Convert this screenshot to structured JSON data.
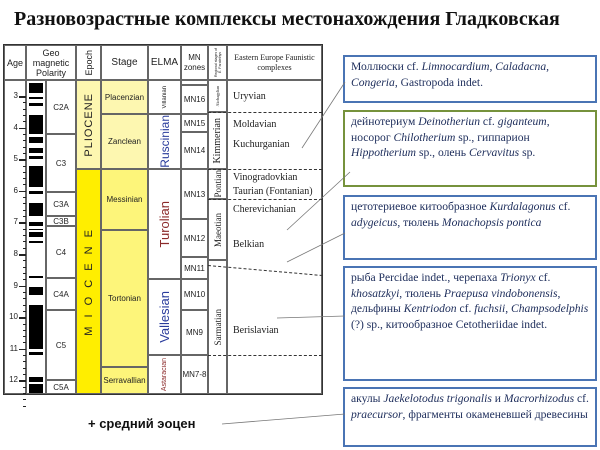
{
  "title": "Разновозрастные комплексы местонахождения Гладковская",
  "table": {
    "headers": {
      "age": "Age",
      "polarity": "Geo magnetic Polarity",
      "epoch": "Epoch",
      "stage": "Stage",
      "elma": "ELMA",
      "mn": "MN zones",
      "regional": "Regional stages of E. Paratethys",
      "faunistic": "Eastern Europe Faunistic complexes"
    },
    "age_ticks": [
      3,
      4,
      5,
      6,
      7,
      8,
      9,
      10,
      11,
      12
    ],
    "polarity_chrons": [
      "C2A",
      "C3",
      "C3A",
      "C3B",
      "C4",
      "C4A",
      "C5",
      "C5A"
    ],
    "epochs": [
      "PLIOCENE",
      "M I O C E N E"
    ],
    "stages": [
      "Placenzian",
      "Zanclean",
      "Messinian",
      "Tortonian",
      "Serravallian"
    ],
    "elma": [
      "Villanian",
      "Ruscinian",
      "Turolian",
      "Vallesian",
      "Astaracian"
    ],
    "mn": [
      "MN16",
      "MN15",
      "MN14",
      "MN13",
      "MN12",
      "MN11",
      "MN10",
      "MN9",
      "MN7-8"
    ],
    "regional": [
      "Akchagylian",
      "Kimmerian",
      "Pontian",
      "Maeotian",
      "Sarmatian"
    ],
    "faunistic": [
      "Uryvian",
      "Moldavian",
      "Kuchurganian",
      "Vinogradovkian",
      "Taurian (Fontanian)",
      "Cherevichanian",
      "Belkian",
      "Berislavian"
    ],
    "normal_intervals_ma": [
      [
        2.58,
        2.9
      ],
      [
        3.04,
        3.11
      ],
      [
        3.22,
        3.33
      ],
      [
        3.6,
        4.19
      ],
      [
        4.3,
        4.49
      ],
      [
        4.63,
        4.8
      ],
      [
        4.9,
        5.0
      ],
      [
        5.23,
        5.89
      ],
      [
        6.0,
        6.1
      ],
      [
        6.4,
        6.8
      ],
      [
        7.0,
        7.1
      ],
      [
        7.2,
        7.25
      ],
      [
        7.3,
        7.45
      ],
      [
        7.6,
        7.65
      ],
      [
        8.7,
        8.77
      ],
      [
        9.05,
        9.3
      ],
      [
        9.6,
        9.9
      ],
      [
        9.9,
        11.0
      ],
      [
        11.1,
        11.2
      ],
      [
        11.9,
        12.05
      ],
      [
        12.1,
        12.4
      ]
    ]
  },
  "boxes": [
    {
      "segments": [
        {
          "t": "Моллюски cf. ",
          "i": false
        },
        {
          "t": "Limnocardium, Caladacna, Congeria",
          "i": true
        },
        {
          "t": ", Gastropoda indet.",
          "i": false
        }
      ]
    },
    {
      "segments": [
        {
          "t": "дейнотериум ",
          "i": false
        },
        {
          "t": "Deinotheriun",
          "i": true
        },
        {
          "t": " cf. ",
          "i": false
        },
        {
          "t": "giganteum",
          "i": true
        },
        {
          "t": ", носорог ",
          "i": false
        },
        {
          "t": "Chilotherium",
          "i": true
        },
        {
          "t": " sp., гиппарион ",
          "i": false
        },
        {
          "t": "Hippotherium",
          "i": true
        },
        {
          "t": " sp., олень ",
          "i": false
        },
        {
          "t": "Cervavitus",
          "i": true
        },
        {
          "t": " sp.",
          "i": false
        }
      ]
    },
    {
      "segments": [
        {
          "t": "цетотериевое китообразное ",
          "i": false
        },
        {
          "t": "Kurdalagonus",
          "i": true
        },
        {
          "t": " cf. ",
          "i": false
        },
        {
          "t": "adygeicus",
          "i": true
        },
        {
          "t": ", тюлень ",
          "i": false
        },
        {
          "t": "Monachopsis pontica",
          "i": true
        }
      ]
    },
    {
      "segments": [
        {
          "t": "рыба Percidae indet., черепаха ",
          "i": false
        },
        {
          "t": "Trionyx",
          "i": true
        },
        {
          "t": " cf. ",
          "i": false
        },
        {
          "t": "khosatzkyi",
          "i": true
        },
        {
          "t": ", тюлень ",
          "i": false
        },
        {
          "t": "Praepusa vindobonensis",
          "i": true
        },
        {
          "t": ", дельфины ",
          "i": false
        },
        {
          "t": "Kentriodon",
          "i": true
        },
        {
          "t": " cf. ",
          "i": false
        },
        {
          "t": "fuchsii",
          "i": true
        },
        {
          "t": ", ",
          "i": false
        },
        {
          "t": "Champsodelphis",
          "i": true
        },
        {
          "t": " (?) sp., китообразное Cetotheriidae indet.",
          "i": false
        }
      ]
    },
    {
      "segments": [
        {
          "t": "акулы ",
          "i": false
        },
        {
          "t": "Jaekelotodus trigonalis",
          "i": true
        },
        {
          "t": " и ",
          "i": false
        },
        {
          "t": "Macrorhizodus",
          "i": true
        },
        {
          "t": " cf. ",
          "i": false
        },
        {
          "t": "praecursor",
          "i": true
        },
        {
          "t": ", фрагменты окаменевшей древесины",
          "i": false
        }
      ]
    }
  ],
  "footnote": "+ средний эоцен",
  "colors": {
    "pliocene": "#fdf7b0",
    "miocene": "#ffee00",
    "miocene_stage": "#fdf57a",
    "blue_box": "#4a74b4",
    "green_box": "#76923c",
    "elma_blue": "#2a3c9c",
    "elma_red": "#8b2a2a"
  }
}
